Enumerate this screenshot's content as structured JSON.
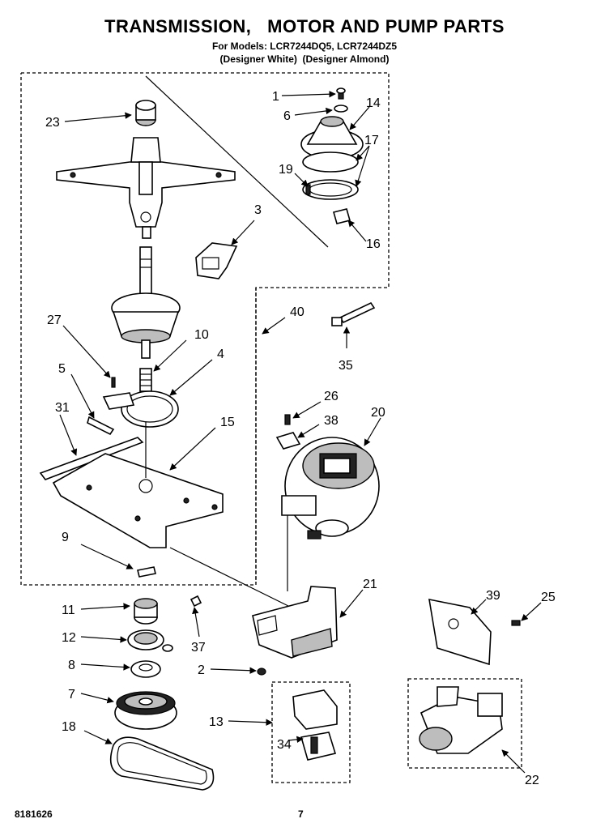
{
  "header": {
    "title": "TRANSMISSION,   MOTOR AND PUMP PARTS",
    "models": "For Models: LCR7244DQ5, LCR7244DZ5",
    "variants": "(Designer White)  (Designer Almond)"
  },
  "footer": {
    "doc_id": "8181626",
    "page_number": "7"
  },
  "callouts": {
    "p1": "1",
    "p2": "2",
    "p3": "3",
    "p4": "4",
    "p5": "5",
    "p6": "6",
    "p7": "7",
    "p8": "8",
    "p9": "9",
    "p10": "10",
    "p11": "11",
    "p12": "12",
    "p13": "13",
    "p14": "14",
    "p15": "15",
    "p16": "16",
    "p17": "17",
    "p18": "18",
    "p19": "19",
    "p20": "20",
    "p21": "21",
    "p22": "22",
    "p23": "23",
    "p25": "25",
    "p26": "26",
    "p27": "27",
    "p31": "31",
    "p34": "34",
    "p35": "35",
    "p37": "37",
    "p38": "38",
    "p39": "39",
    "p40": "40"
  }
}
